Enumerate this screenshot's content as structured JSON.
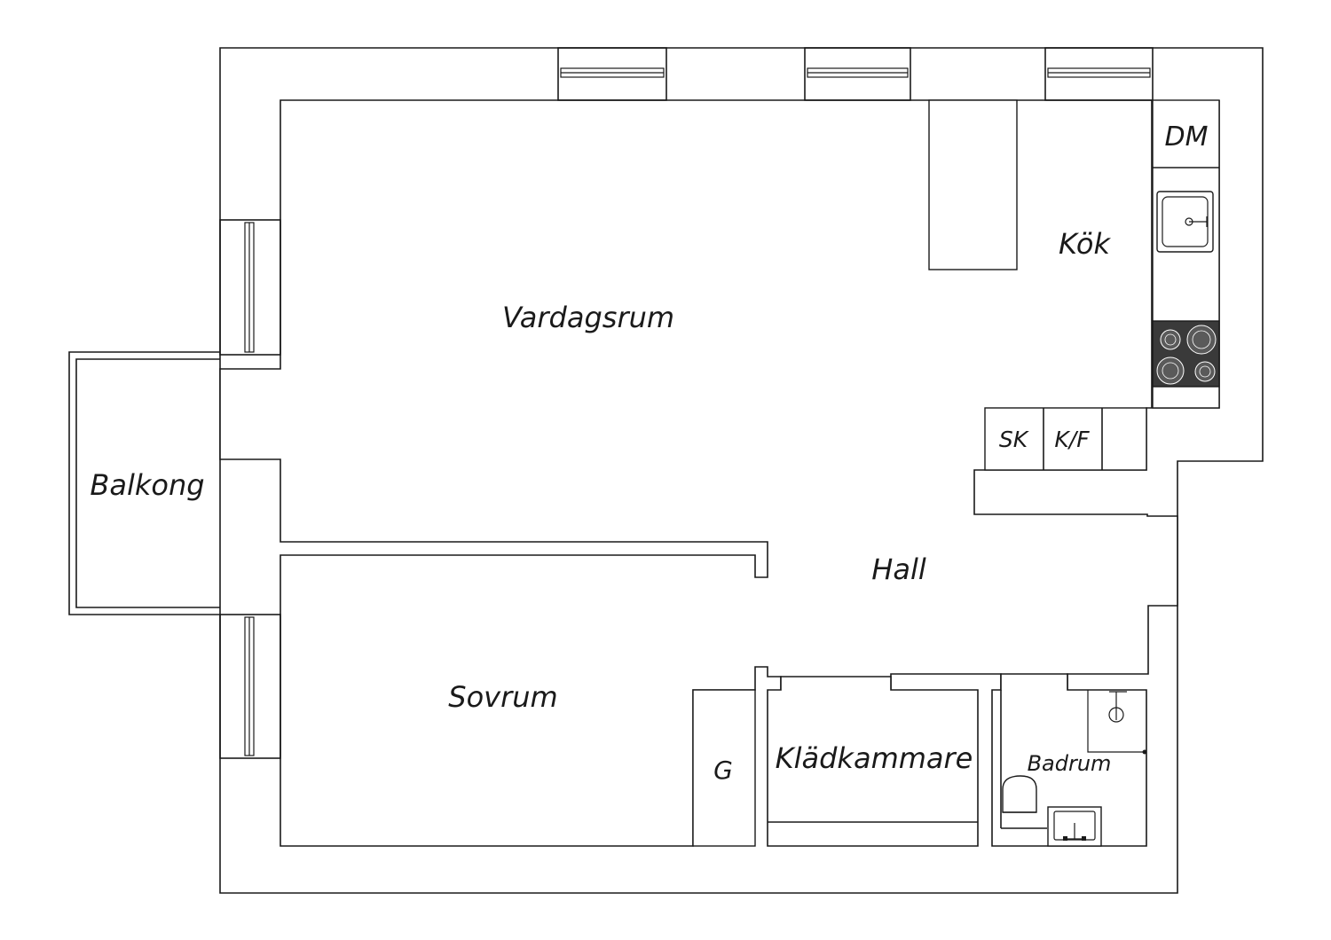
{
  "rooms": {
    "vardagsrum": "Vardagsrum",
    "kok": "Kök",
    "balkong": "Balkong",
    "hall": "Hall",
    "sovrum": "Sovrum",
    "kladkammare": "Klädkammare",
    "badrum": "Badrum",
    "garderob": "G"
  },
  "appliances": {
    "diskmaskin": "DM",
    "skap": "SK",
    "kyl_frys": "K/F"
  },
  "colors": {
    "line": "#1a1a1a",
    "background": "#ffffff",
    "stove": "#3a3a3a"
  }
}
